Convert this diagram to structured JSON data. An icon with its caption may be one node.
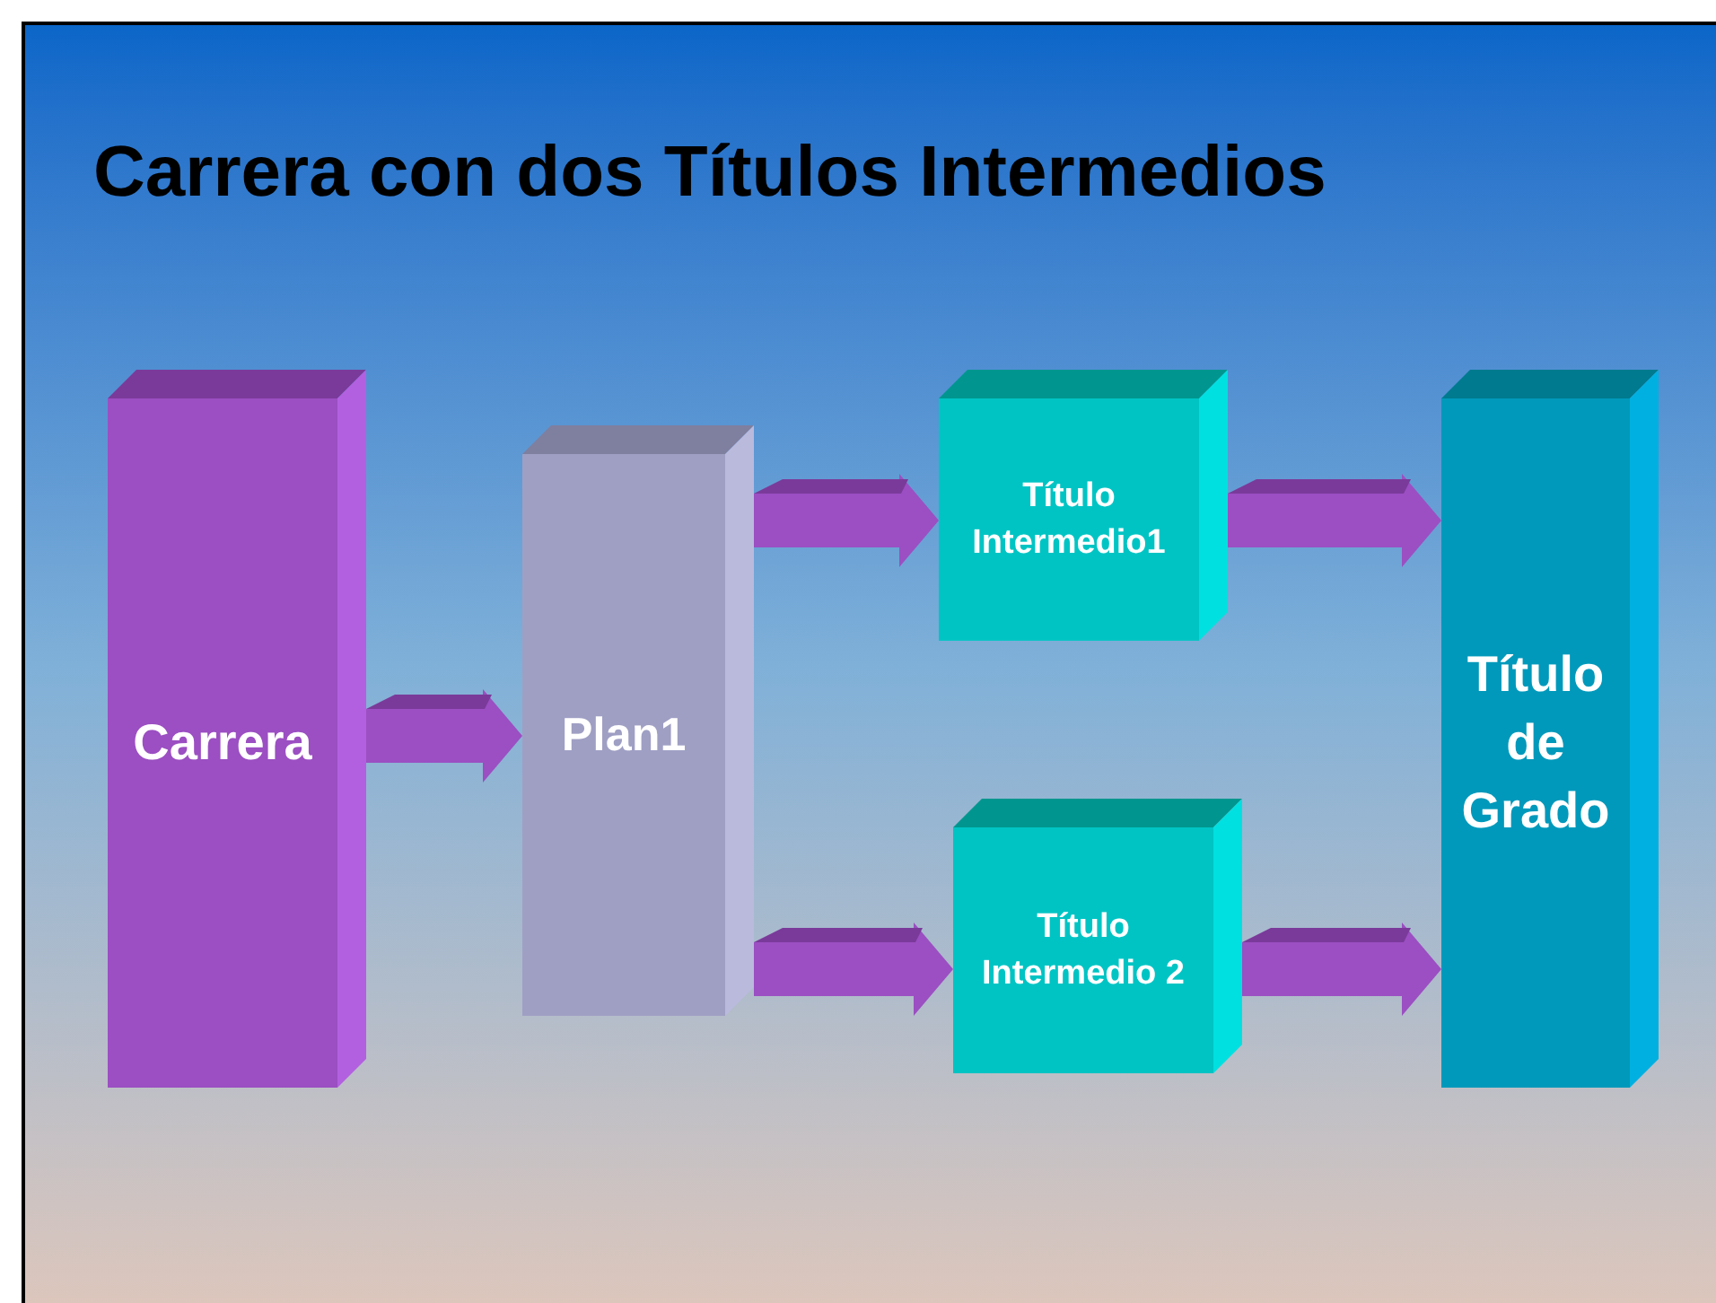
{
  "diagram": {
    "title": "Carrera con dos Títulos Intermedios",
    "nodes": [
      {
        "text": [
          "Carrera"
        ]
      },
      {
        "text": [
          "Plan1"
        ]
      },
      {
        "text": [
          "Título Intermedio1"
        ]
      },
      {
        "text": [
          "Título Intermedio 2"
        ]
      },
      {
        "text": [
          "Título de Grado"
        ]
      }
    ],
    "edges": [
      {
        "from": 0,
        "to": 1,
        "arrow": "to"
      },
      {
        "from": 1,
        "to": 2,
        "arrow": "to"
      },
      {
        "from": 1,
        "to": 3,
        "arrow": "to"
      },
      {
        "from": 2,
        "to": 4,
        "arrow": "to"
      },
      {
        "from": 3,
        "to": 4,
        "arrow": "to"
      }
    ]
  }
}
